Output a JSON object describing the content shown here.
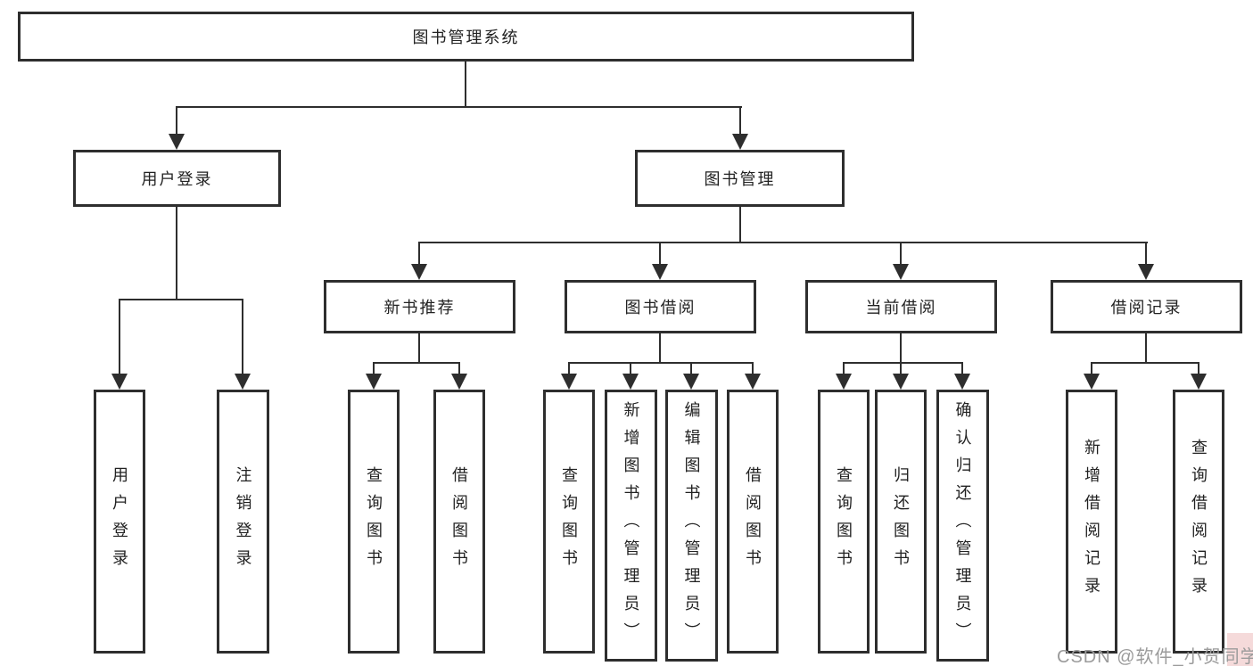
{
  "diagram": {
    "title": "图书管理系统",
    "nodes": {
      "root": "图书管理系统",
      "user_login": "用户登录",
      "book_mgmt": "图书管理",
      "new_books": "新书推荐",
      "book_borrow": "图书借阅",
      "current_borrow": "当前借阅",
      "borrow_records": "借阅记录",
      "user_login_children": {
        "login": "用户登录",
        "logout": "注销登录"
      },
      "new_books_children": {
        "query": "查询图书",
        "borrow": "借阅图书"
      },
      "book_borrow_children": {
        "query": "查询图书",
        "add": "新增图书（管理员）",
        "edit": "编辑图书（管理员）",
        "borrow": "借阅图书"
      },
      "current_borrow_children": {
        "query": "查询图书",
        "return": "归还图书",
        "confirm": "确认归还（管理员）"
      },
      "borrow_records_children": {
        "add": "新增借阅记录",
        "query": "查询借阅记录"
      }
    },
    "watermark": "CSDN @软件_小贺同学",
    "colors": {
      "stroke": "#2e2e2e",
      "text": "#222222",
      "watermark": "#9b9b9b",
      "background": "#ffffff"
    }
  }
}
